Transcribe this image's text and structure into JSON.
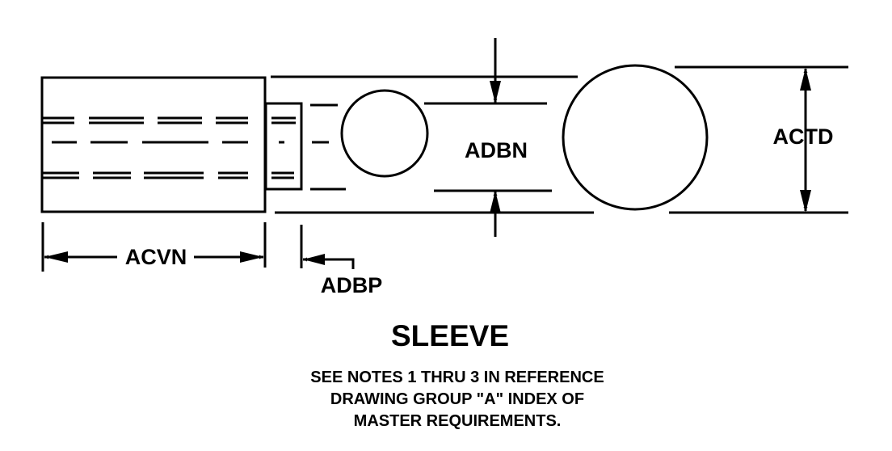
{
  "title": "SLEEVE",
  "dimensions": {
    "acvn": "ACVN",
    "adbp": "ADBP",
    "adbn": "ADBN",
    "actd": "ACTD"
  },
  "notes": [
    "SEE NOTES 1 THRU 3 IN REFERENCE",
    "DRAWING GROUP \"A\" INDEX OF",
    "MASTER REQUIREMENTS."
  ]
}
